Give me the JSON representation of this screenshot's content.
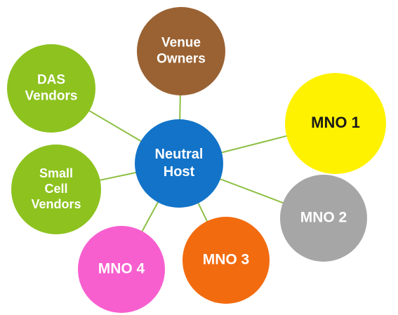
{
  "diagram": {
    "edge_color": "#8dbf43",
    "hub": {
      "lines": [
        "Neutral",
        "Host"
      ],
      "color": "#1273c8"
    },
    "nodes": [
      {
        "id": "venue-owners",
        "lines": [
          "Venue",
          "Owners"
        ],
        "color": "#9a6233",
        "text_color": "#ffffff"
      },
      {
        "id": "das-vendors",
        "lines": [
          "DAS",
          "Vendors"
        ],
        "color": "#8dc21f",
        "text_color": "#ffffff"
      },
      {
        "id": "mno-1",
        "lines": [
          "MNO 1"
        ],
        "color": "#fff200",
        "text_color": "#1a1a1a"
      },
      {
        "id": "small-cell-vendors",
        "lines": [
          "Small",
          "Cell",
          "Vendors"
        ],
        "color": "#8dc21f",
        "text_color": "#ffffff"
      },
      {
        "id": "mno-2",
        "lines": [
          "MNO 2"
        ],
        "color": "#a6a6a6",
        "text_color": "#ffffff"
      },
      {
        "id": "mno-3",
        "lines": [
          "MNO 3"
        ],
        "color": "#f26b0f",
        "text_color": "#ffffff"
      },
      {
        "id": "mno-4",
        "lines": [
          "MNO 4"
        ],
        "color": "#f75fcf",
        "text_color": "#ffffff"
      }
    ]
  }
}
